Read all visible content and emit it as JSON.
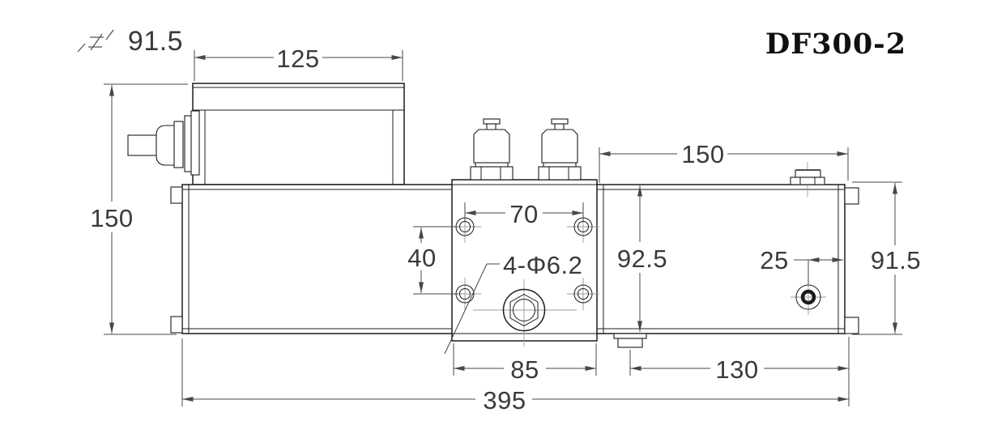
{
  "drawing": {
    "title": "DF300-2",
    "surface_note": "91.5",
    "dimensions": {
      "cap_width": "125",
      "overall_height_left": "150",
      "right_top_width": "150",
      "hole_spacing_horizontal": "70",
      "hole_spacing_vertical": "40",
      "hole_callout": "4-Φ6.2",
      "center_block_height": "92.5",
      "hole_edge_offset": "25",
      "right_height": "91.5",
      "center_block_width": "85",
      "right_bottom_width": "130",
      "overall_width": "395"
    },
    "colors": {
      "object_line": "#1c1c1c",
      "dimension_line": "#474747",
      "centerline": "#9a9a9a",
      "background": "#ffffff"
    }
  }
}
